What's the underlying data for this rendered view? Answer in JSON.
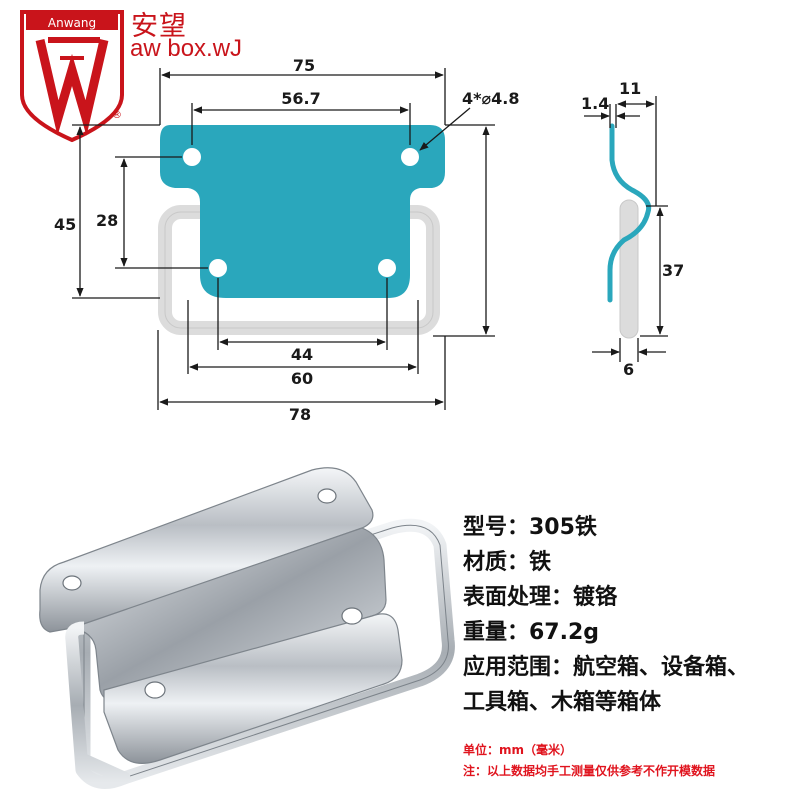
{
  "brand": {
    "logo_text": "Anwang",
    "name_cn": "安望",
    "url": "aw box.wJ",
    "registered_mark": "®",
    "color": "#c9141b"
  },
  "dimensions": {
    "top_overall": "75",
    "hole_spacing_top": "56.7",
    "hole_spec": "4*⌀4.8",
    "left_height": "45",
    "hole_spacing_vertical": "28",
    "bottom_hole_spacing": "44",
    "bottom_inner": "60",
    "bottom_overall": "78",
    "side_thickness": "1.4",
    "side_depth": "11",
    "side_height": "37",
    "side_wire": "6"
  },
  "colors": {
    "plate": "#2aa7bc",
    "wire": "#dcdcdc",
    "dim_line": "#1a1a1a",
    "note": "#e0141e"
  },
  "specs": [
    "型号：305铁",
    "材质：铁",
    "表面处理：镀铬",
    "重量：67.2g",
    "应用范围：航空箱、设备箱、",
    "工具箱、木箱等箱体"
  ],
  "notes": [
    "单位：mm（毫米）",
    "注：以上数据均手工测量仅供参考不作开模数据"
  ]
}
